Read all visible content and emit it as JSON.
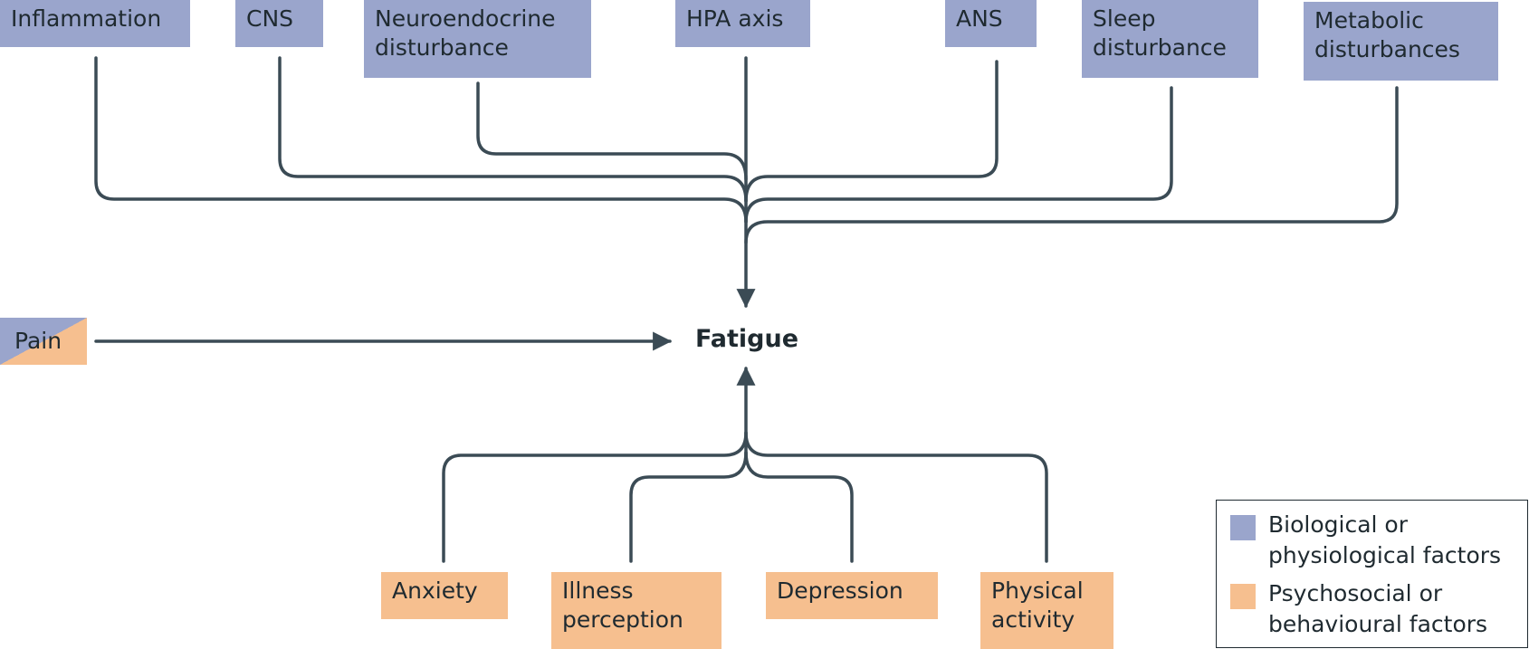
{
  "legend": {
    "biological": "Biological or\nphysiological factors",
    "psychosocial": "Psychosocial or\nbehavioural factors",
    "colors": {
      "biological": "#9aa5cc",
      "psychosocial": "#f6bf8f"
    }
  },
  "center": {
    "label": "Fatigue"
  },
  "biological_factors": [
    "Inflammation",
    "CNS",
    "Neuroendocrine\ndisturbance",
    "HPA axis",
    "ANS",
    "Sleep\ndisturbance",
    "Metabolic\ndisturbances"
  ],
  "mixed_factor": {
    "label": "Pain"
  },
  "psychosocial_factors": [
    "Anxiety",
    "Illness\nperception",
    "Depression",
    "Physical\nactivity"
  ],
  "line_color": "#3b4b55"
}
